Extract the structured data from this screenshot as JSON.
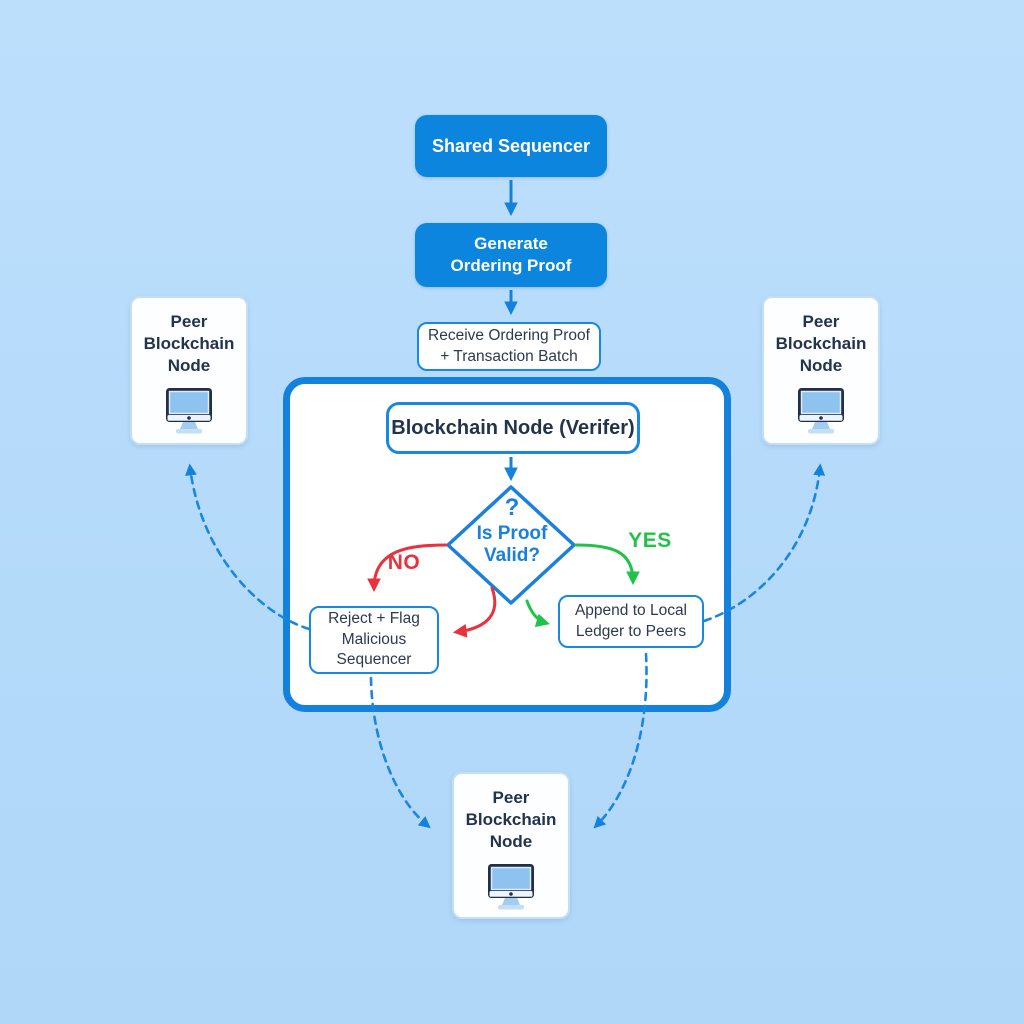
{
  "diagram": {
    "sequencer": {
      "label": "Shared Sequencer"
    },
    "generate": {
      "line1": "Generate",
      "line2": "Ordering Proof"
    },
    "receive": {
      "line1": "Receive Ordering Proof",
      "line2": "+ Transaction Batch"
    },
    "verifier": {
      "label": "Blockchain Node (Verifer)"
    },
    "decision": {
      "mark": "?",
      "line1": "Is Proof",
      "line2": "Valid?"
    },
    "edges": {
      "no": "NO",
      "yes": "YES"
    },
    "reject": {
      "line1": "Reject + Flag",
      "line2": "Malicious",
      "line3": "Sequencer"
    },
    "append": {
      "line1": "Append to Local",
      "line2": "Ledger to Peers"
    },
    "peers": [
      {
        "line1": "Peer",
        "line2": "Blockchain",
        "line3": "Node"
      },
      {
        "line1": "Peer",
        "line2": "Blockchain",
        "line3": "Node"
      },
      {
        "line1": "Peer",
        "line2": "Blockchain",
        "line3": "Node"
      }
    ]
  },
  "colors": {
    "background": "#b9dcfa",
    "primary_blue": "#0c85de",
    "border_blue": "#1888e0",
    "container_border": "#1482dc",
    "navy_text": "#25364e",
    "no_red": "#e8323e",
    "yes_green": "#22c24a",
    "screen_blue": "#8fc3ef"
  },
  "icons": {
    "peer_device": "monitor-icon"
  }
}
